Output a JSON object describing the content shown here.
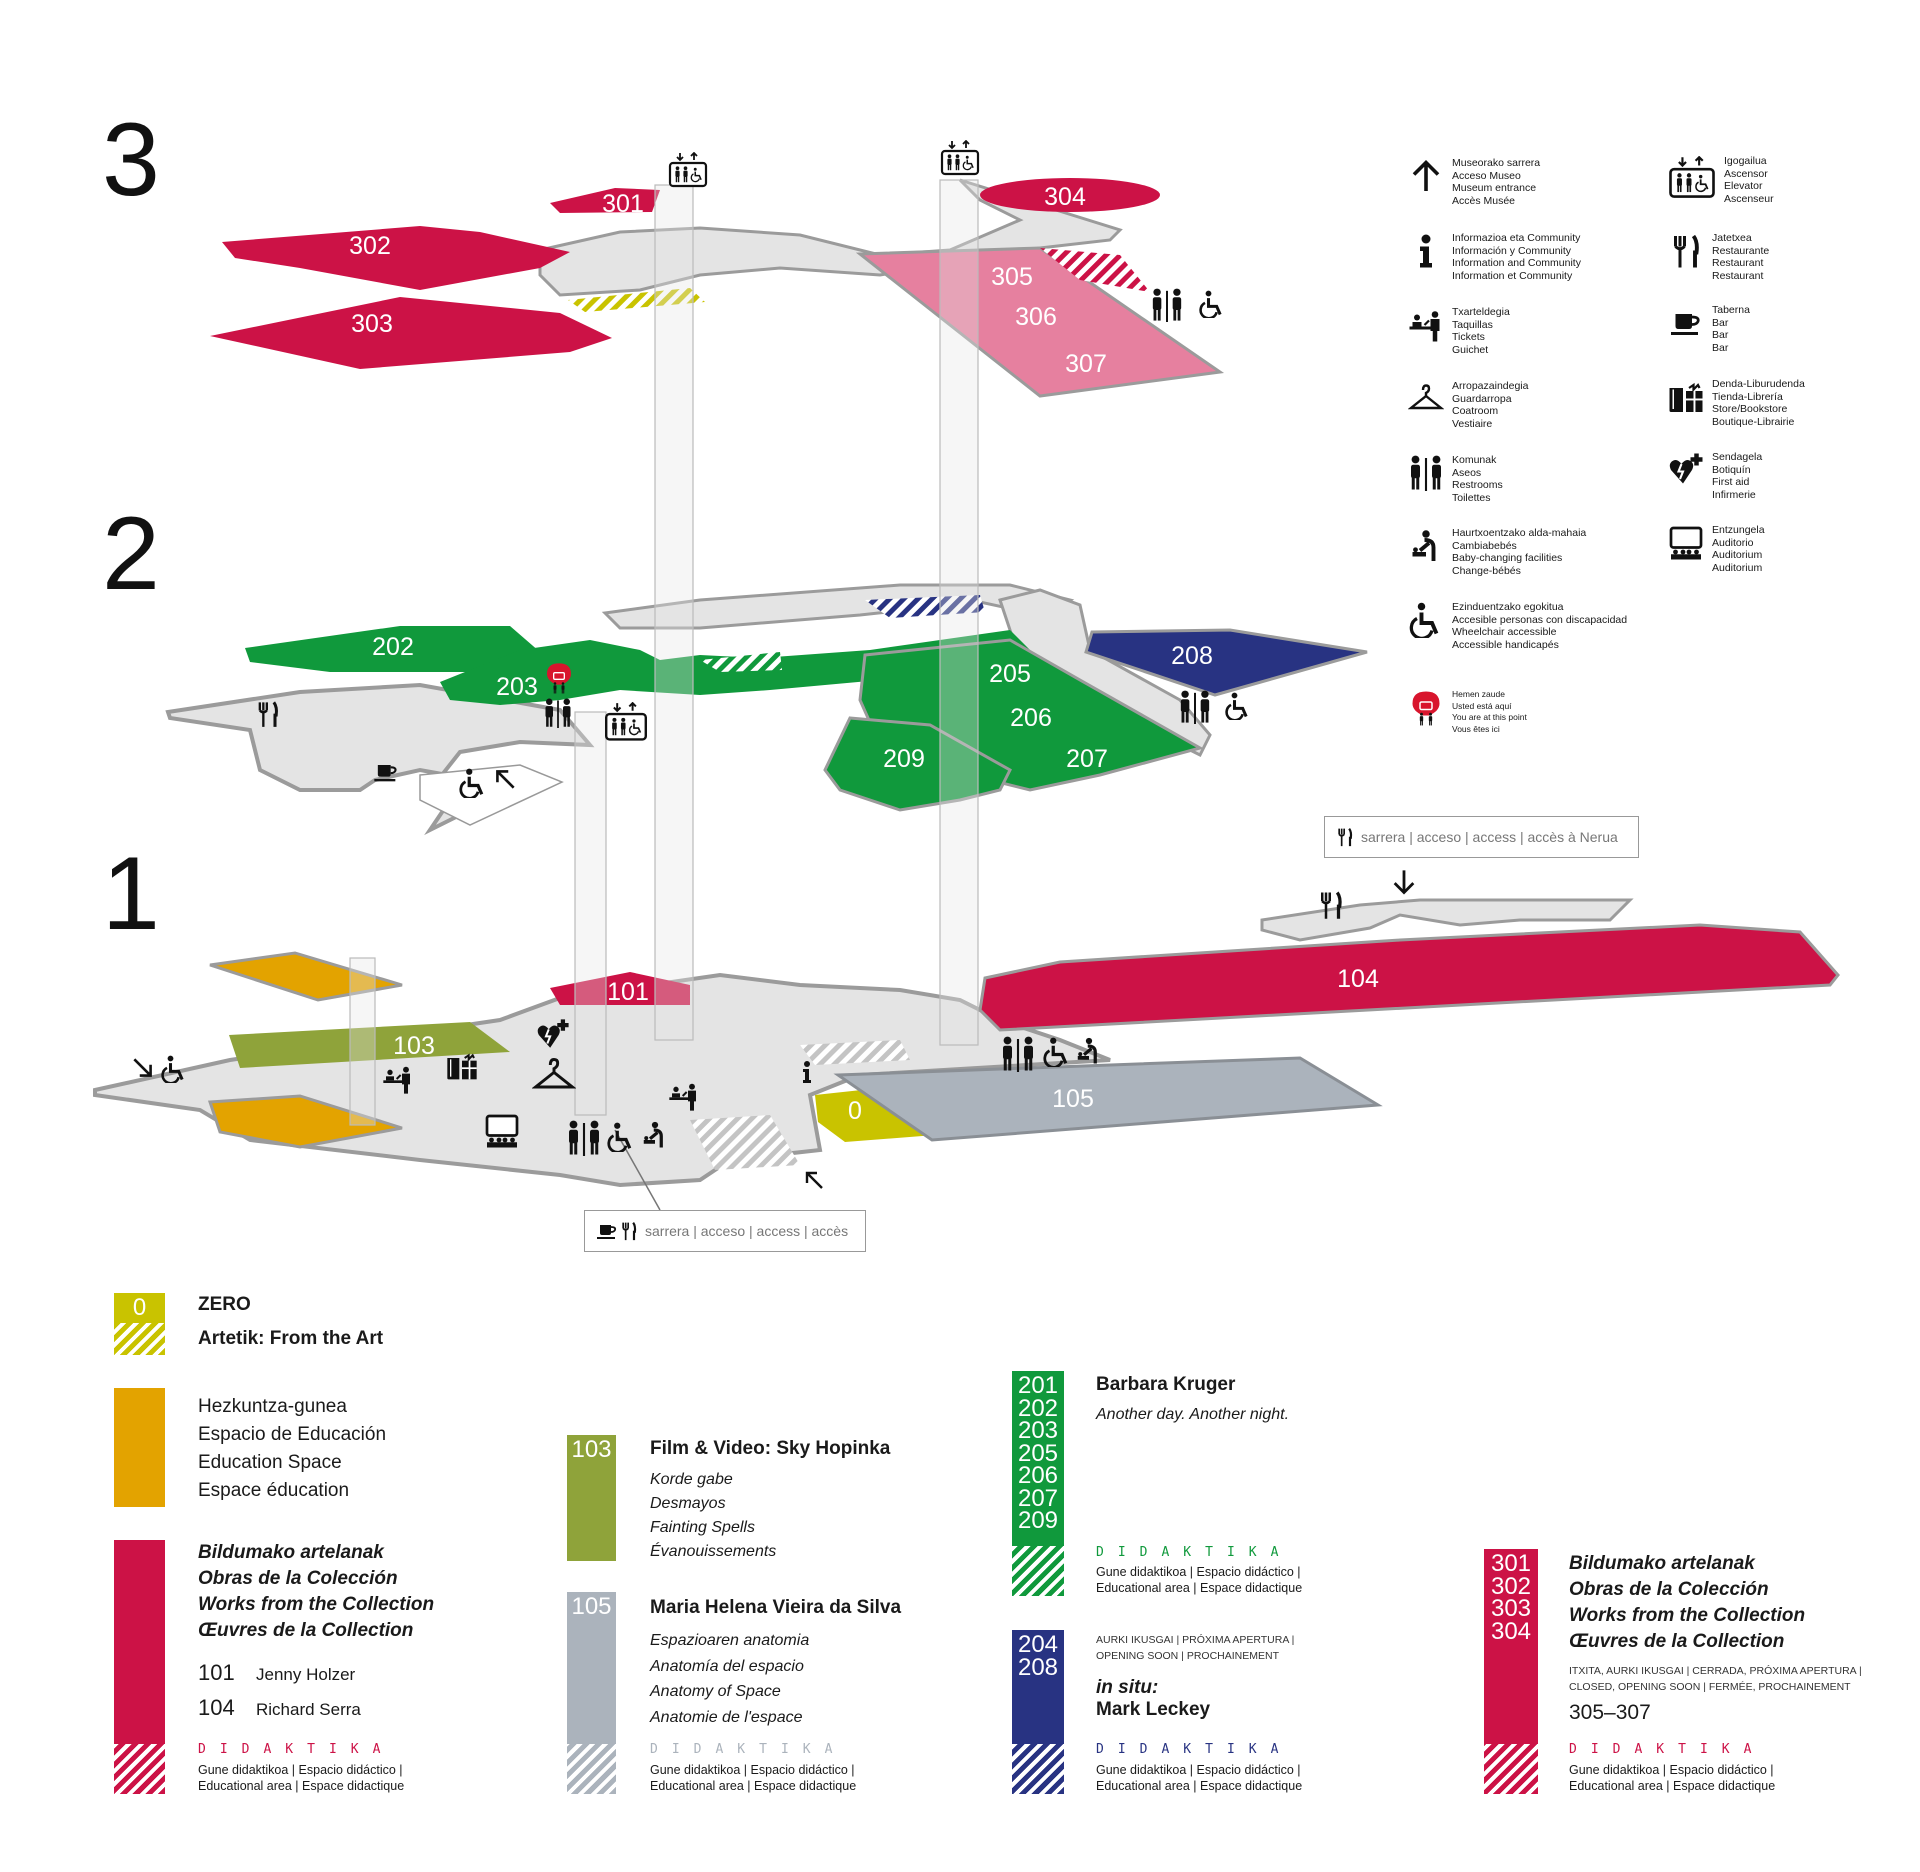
{
  "colors": {
    "collection_red": "#cc1246",
    "kruger_green": "#10993c",
    "leckey_navy": "#283382",
    "closed_pink": "#e6809f",
    "vieira_grey": "#abb3bc",
    "hopinka_olive": "#8fa33a",
    "education_orange": "#e3a300",
    "zero_yellow": "#c9c300",
    "floor_grey": "#e4e4e4",
    "floor_edge": "#9b9b9b"
  },
  "floors": {
    "f3": "3",
    "f2": "2",
    "f1": "1"
  },
  "rooms": {
    "r301": "301",
    "r302": "302",
    "r303": "303",
    "r304": "304",
    "r305": "305",
    "r306": "306",
    "r307": "307",
    "r202": "202",
    "r203": "203",
    "r205": "205",
    "r206": "206",
    "r207": "207",
    "r208": "208",
    "r209": "209",
    "r101": "101",
    "r103": "103",
    "r104": "104",
    "r105": "105",
    "r0": "0"
  },
  "access_boxes": {
    "nerua": "sarrera | acceso | access | accès à Nerua",
    "main": "sarrera | acceso | access | accès"
  },
  "icon_legend": [
    {
      "icon": "arrow-up",
      "lines": [
        "Museorako sarrera",
        "Acceso Museo",
        "Museum entrance",
        "Accès Musée"
      ]
    },
    {
      "icon": "info",
      "lines": [
        "Informazioa eta Community",
        "Información y Community",
        "Information and Community",
        "Information et Community"
      ]
    },
    {
      "icon": "tickets",
      "lines": [
        "Txarteldegia",
        "Taquillas",
        "Tickets",
        "Guichet"
      ]
    },
    {
      "icon": "hanger",
      "lines": [
        "Arropazaindegia",
        "Guardarropa",
        "Coatroom",
        "Vestiaire"
      ]
    },
    {
      "icon": "restroom",
      "lines": [
        "Komunak",
        "Aseos",
        "Restrooms",
        "Toilettes"
      ]
    },
    {
      "icon": "baby",
      "lines": [
        "Haurtxoentzako alda-mahaia",
        "Cambiabebés",
        "Baby-changing facilities",
        "Change-bébés"
      ]
    },
    {
      "icon": "wheelchair",
      "lines": [
        "Ezinduentzako egokitua",
        "Accesible personas con discapacidad",
        "Wheelchair accessible",
        "Accessible handicapés"
      ]
    },
    {
      "icon": "you-are-here",
      "lines": [
        "Hemen zaude",
        "Usted está aquí",
        "You are at this point",
        "Vous êtes ici"
      ]
    },
    {
      "icon": "elevator",
      "lines": [
        "Igogailua",
        "Ascensor",
        "Elevator",
        "Ascenseur"
      ]
    },
    {
      "icon": "restaurant",
      "lines": [
        "Jatetxea",
        "Restaurante",
        "Restaurant",
        "Restaurant"
      ]
    },
    {
      "icon": "bar",
      "lines": [
        "Taberna",
        "Bar",
        "Bar",
        "Bar"
      ]
    },
    {
      "icon": "store",
      "lines": [
        "Denda-Liburudenda",
        "Tienda-Librería",
        "Store/Bookstore",
        "Boutique-Librairie"
      ]
    },
    {
      "icon": "first-aid",
      "lines": [
        "Sendagela",
        "Botiquín",
        "First aid",
        "Infirmerie"
      ]
    },
    {
      "icon": "auditorium",
      "lines": [
        "Entzungela",
        "Auditorio",
        "Auditorium",
        "Auditorium"
      ]
    }
  ],
  "exhibitions": {
    "zero": {
      "swatch": "0",
      "title": "ZERO",
      "subtitle": "Artetik: From the Art"
    },
    "education": {
      "lines": [
        "Hezkuntza-gunea",
        "Espacio de Educación",
        "Education Space",
        "Espace éducation"
      ]
    },
    "collection1": {
      "lines": [
        "Bildumako artelanak",
        "Obras de la Colección",
        "Works from the Collection",
        "Œuvres de la Collection"
      ],
      "rooms": [
        {
          "num": "101",
          "artist": "Jenny Holzer"
        },
        {
          "num": "104",
          "artist": "Richard Serra"
        }
      ]
    },
    "hopinka": {
      "swatch": "103",
      "title": "Film & Video: Sky Hopinka",
      "lines": [
        "Korde gabe",
        "Desmayos",
        "Fainting Spells",
        "Évanouissements"
      ]
    },
    "vieira": {
      "swatch": "105",
      "title": "Maria Helena Vieira da Silva",
      "lines": [
        "Espazioaren anatomia",
        "Anatomía del espacio",
        "Anatomy of Space",
        "Anatomie de l'espace"
      ]
    },
    "kruger": {
      "swatch": [
        "201",
        "202",
        "203",
        "205",
        "206",
        "207",
        "209"
      ],
      "title": "Barbara Kruger",
      "subtitle": "Another day. Another night."
    },
    "leckey": {
      "swatch": [
        "204",
        "208"
      ],
      "status1": "AURKI IKUSGAI | PRÓXIMA APERTURA |",
      "status2": "OPENING SOON | PROCHAINEMENT",
      "title1": "in situ:",
      "title2": "Mark Leckey"
    },
    "collection3": {
      "swatch": [
        "301",
        "302",
        "303",
        "304"
      ],
      "lines": [
        "Bildumako artelanak",
        "Obras de la Colección",
        "Works from the Collection",
        "Œuvres de la Collection"
      ],
      "status1": "ITXITA, AURKI IKUSGAI | CERRADA, PRÓXIMA APERTURA |",
      "status2": "CLOSED, OPENING SOON | FERMÉE, PROCHAINEMENT",
      "rooms": "305–307"
    }
  },
  "didaktika": {
    "title": "DIDAKTIKA",
    "line1": "Gune didaktikoa | Espacio didáctico |",
    "line2": "Educational area | Espace didactique"
  },
  "map_icons": [
    {
      "icon": "elevator",
      "floor": 3
    },
    {
      "icon": "elevator",
      "floor": 3
    },
    {
      "icon": "restroom",
      "floor": 3
    },
    {
      "icon": "wheelchair",
      "floor": 3
    },
    {
      "icon": "restaurant",
      "floor": 2
    },
    {
      "icon": "bar",
      "floor": 2
    },
    {
      "icon": "wheelchair",
      "floor": 2
    },
    {
      "icon": "arrow-up-left",
      "floor": 2
    },
    {
      "icon": "you-are-here",
      "floor": 2
    },
    {
      "icon": "restroom",
      "floor": 2
    },
    {
      "icon": "elevator",
      "floor": 2
    },
    {
      "icon": "restroom",
      "floor": 2
    },
    {
      "icon": "wheelchair",
      "floor": 2
    },
    {
      "icon": "arrow-down-right",
      "floor": 1
    },
    {
      "icon": "wheelchair",
      "floor": 1
    },
    {
      "icon": "tickets",
      "floor": 1
    },
    {
      "icon": "store",
      "floor": 1
    },
    {
      "icon": "hanger",
      "floor": 1
    },
    {
      "icon": "first-aid",
      "floor": 1
    },
    {
      "icon": "auditorium",
      "floor": 1
    },
    {
      "icon": "restroom",
      "floor": 1
    },
    {
      "icon": "wheelchair",
      "floor": 1
    },
    {
      "icon": "baby",
      "floor": 1
    },
    {
      "icon": "tickets",
      "floor": 1
    },
    {
      "icon": "info",
      "floor": 1
    },
    {
      "icon": "restroom",
      "floor": 1
    },
    {
      "icon": "wheelchair",
      "floor": 1
    },
    {
      "icon": "baby",
      "floor": 1
    },
    {
      "icon": "arrow-up-left",
      "floor": 1
    },
    {
      "icon": "restaurant",
      "floor": 1
    },
    {
      "icon": "arrow-down",
      "floor": 1
    },
    {
      "icon": "bar",
      "floor": 1
    },
    {
      "icon": "restaurant",
      "floor": 1
    }
  ]
}
